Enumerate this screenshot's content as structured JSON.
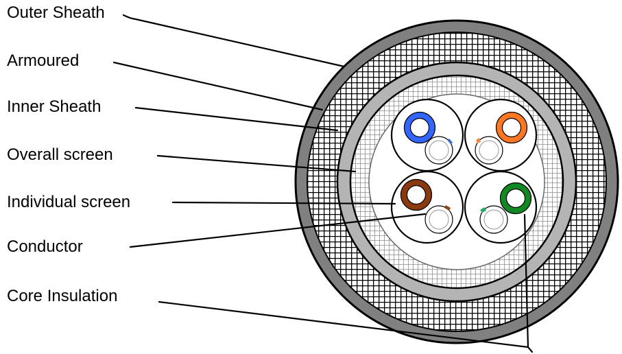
{
  "labels": {
    "outer_sheath": "Outer Sheath",
    "armoured": "Armoured",
    "inner_sheath": "Inner Sheath",
    "overall_screen": "Overall screen",
    "individual_screen": "Individual screen",
    "conductor": "Conductor",
    "core_insulation": "Core Insulation"
  },
  "colors": {
    "outer_sheath": "#808080",
    "inner_sheath": "#b4b4b4",
    "wire_blue": "#3366ff",
    "wire_orange": "#ff7722",
    "wire_brown": "#8b3a10",
    "wire_green": "#118822",
    "stripe_blue": "#3366cc",
    "stripe_orange": "#ee8844",
    "stripe_brown": "#8b4513",
    "stripe_green": "#22aa66"
  },
  "cores": [
    {
      "position": "top-left",
      "color": "blue"
    },
    {
      "position": "top-right",
      "color": "orange"
    },
    {
      "position": "bottom-left",
      "color": "brown"
    },
    {
      "position": "bottom-right",
      "color": "green"
    }
  ]
}
